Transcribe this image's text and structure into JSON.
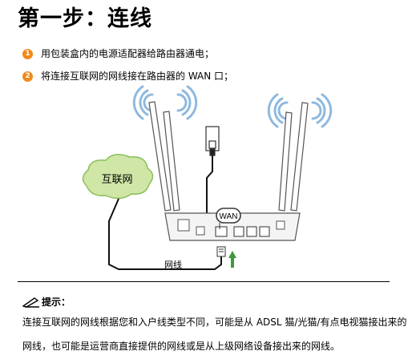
{
  "heading": "第一步：连线",
  "steps": [
    {
      "num": "1",
      "text": "用包装盒内的电源适配器给路由器通电；"
    },
    {
      "num": "2",
      "text": "将连接互联网的网线接在路由器的 WAN 口；"
    }
  ],
  "diagram": {
    "cloud_label": "互联网",
    "wan_label": "WAN",
    "cable_label": "网线"
  },
  "tip": {
    "icon": "pen-note-icon",
    "label": "提示：",
    "lines": [
      "连接互联网的网线根据您和入户线类型不同，可能是从 ADSL 猫/光猫/有点电视猫接出来的",
      "网线，也可能是运营商直接提供的网线或是从上级网络设备接出来的网线。"
    ]
  },
  "colors": {
    "accent": "#f08a1a",
    "cloud": "#cfe6a6",
    "wan_ring": "#3a3a3a"
  }
}
